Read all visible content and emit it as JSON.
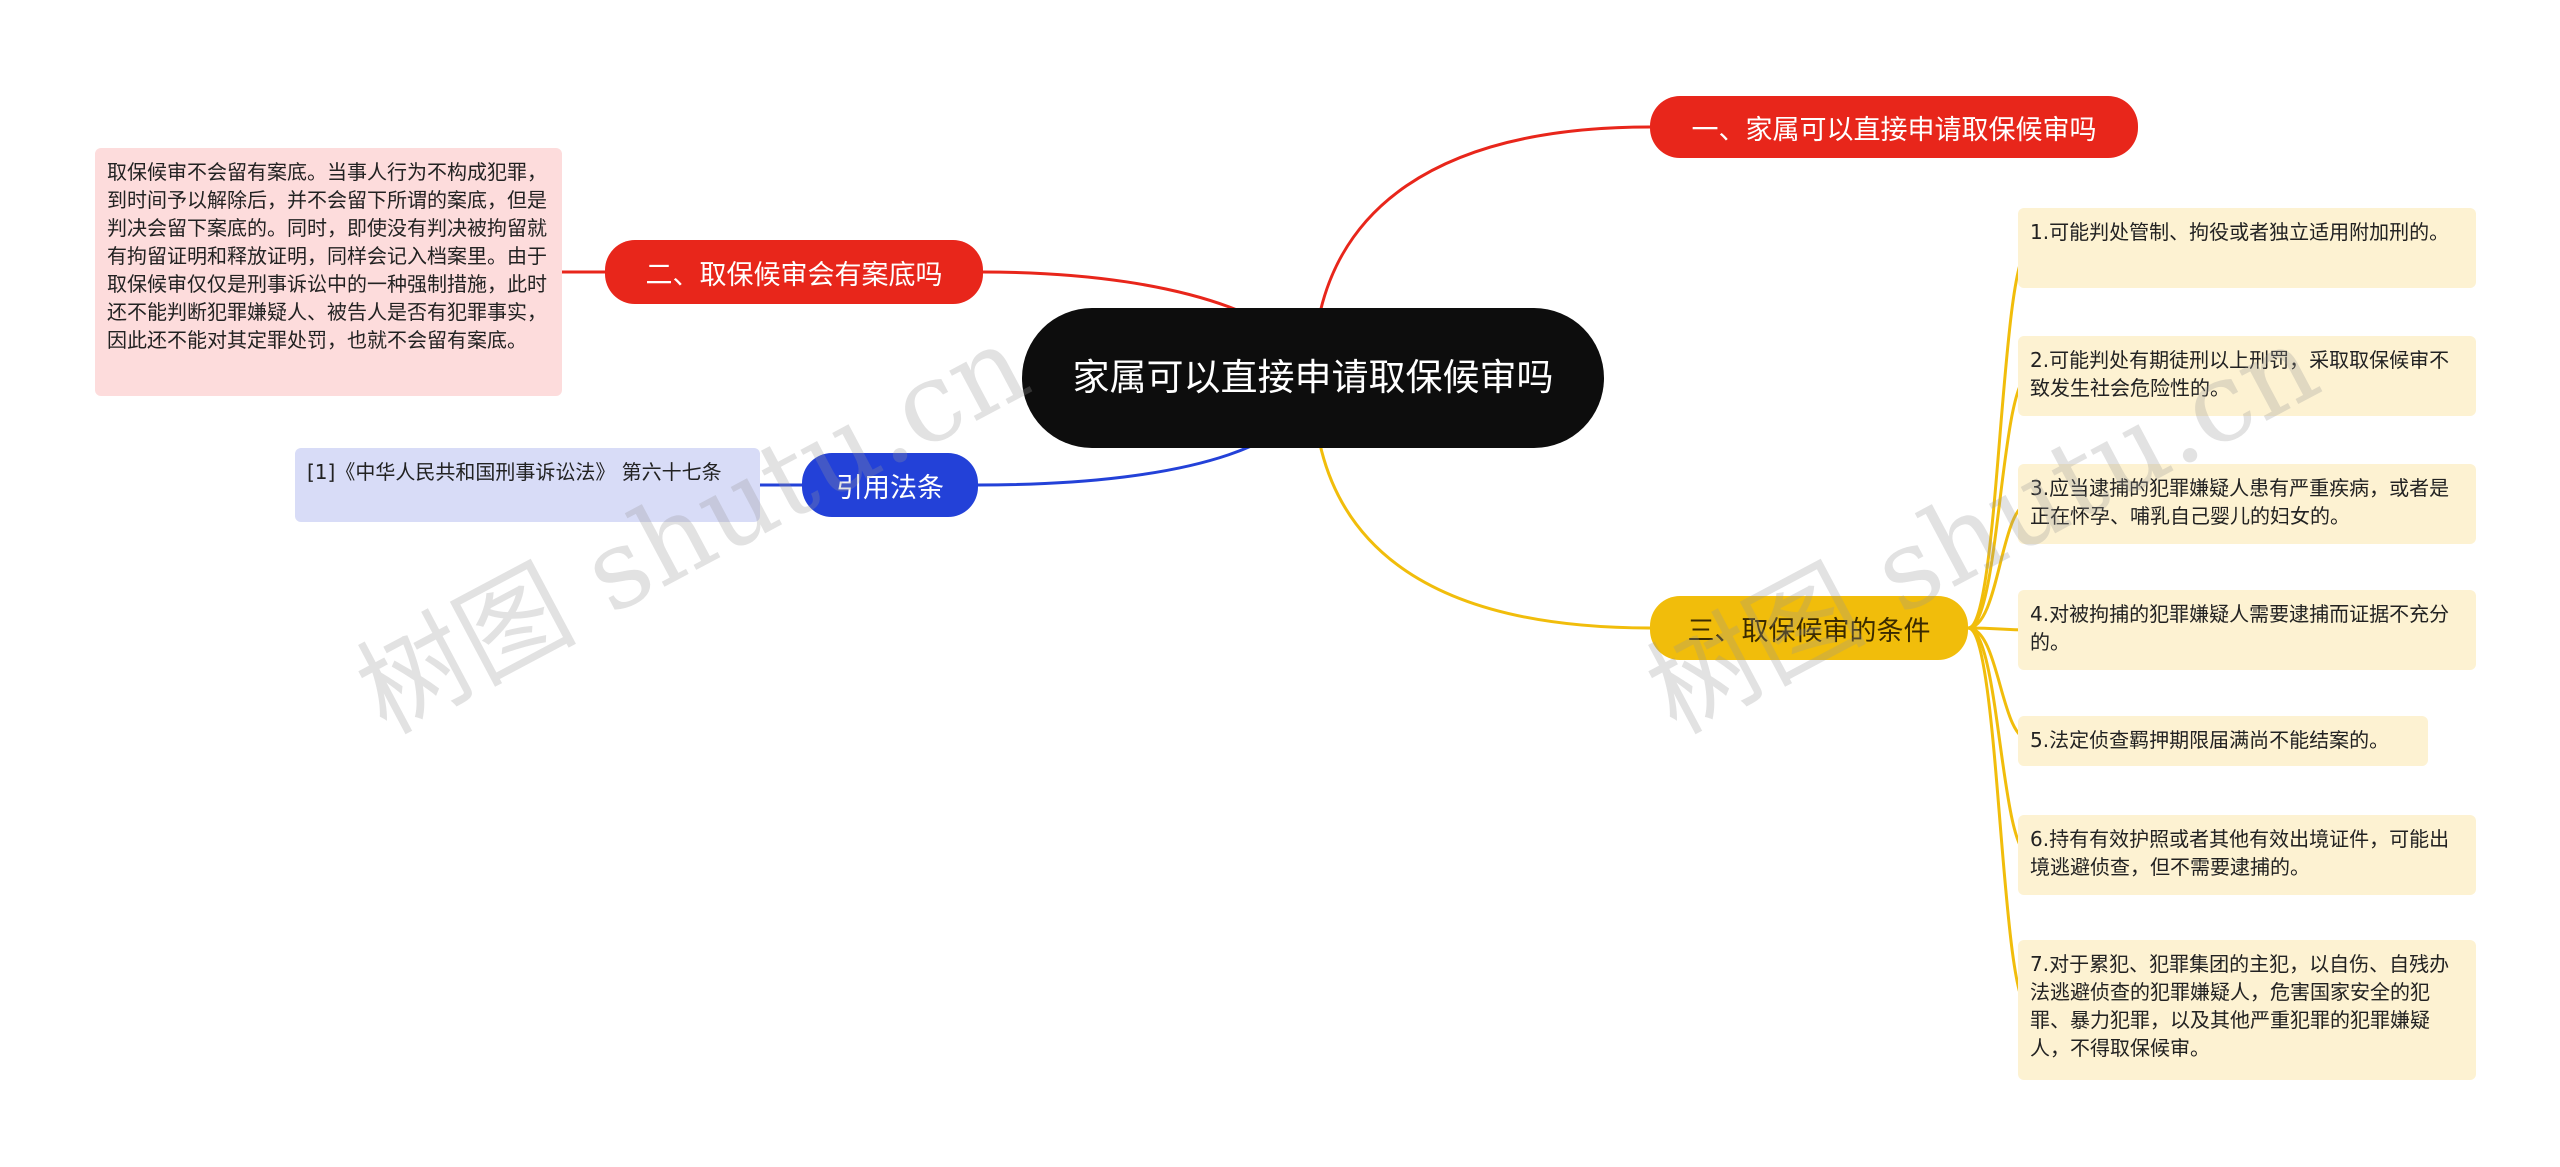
{
  "root": {
    "label": "家属可以直接申请取保候审吗"
  },
  "branches": {
    "b1": {
      "label": "一、家属可以直接申请取保候审吗"
    },
    "b2": {
      "label": "二、取保候审会有案底吗",
      "note": "取保候审不会留有案底。当事人行为不构成犯罪，到时间予以解除后，并不会留下所谓的案底，但是判决会留下案底的。同时，即使没有判决被拘留就有拘留证明和释放证明，同样会记入档案里。由于取保候审仅仅是刑事诉讼中的一种强制措施，此时还不能判断犯罪嫌疑人、被告人是否有犯罪事实，因此还不能对其定罪处罚，也就不会留有案底。"
    },
    "b3": {
      "label": "引用法条",
      "note": "[1]《中华人民共和国刑事诉讼法》 第六十七条"
    },
    "b4": {
      "label": "三、取保候审的条件",
      "items": [
        "1.可能判处管制、拘役或者独立适用附加刑的。",
        "2.可能判处有期徒刑以上刑罚，采取取保候审不致发生社会危险性的。",
        "3.应当逮捕的犯罪嫌疑人患有严重疾病，或者是正在怀孕、哺乳自己婴儿的妇女的。",
        "4.对被拘捕的犯罪嫌疑人需要逮捕而证据不充分的。",
        "5.法定侦查羁押期限届满尚不能结案的。",
        "6.持有有效护照或者其他有效出境证件，可能出境逃避侦查，但不需要逮捕的。",
        "7.对于累犯、犯罪集团的主犯，以自伤、自残办法逃避侦查的犯罪嫌疑人，危害国家安全的犯罪、暴力犯罪，以及其他严重犯罪的犯罪嫌疑人，不得取保候审。"
      ]
    }
  },
  "watermark": {
    "text": "树图 shutu.cn"
  },
  "colors": {
    "red": "#e8261b",
    "blue": "#2341d8",
    "yellow": "#f1bd0b",
    "root": "#0d0d0d"
  }
}
